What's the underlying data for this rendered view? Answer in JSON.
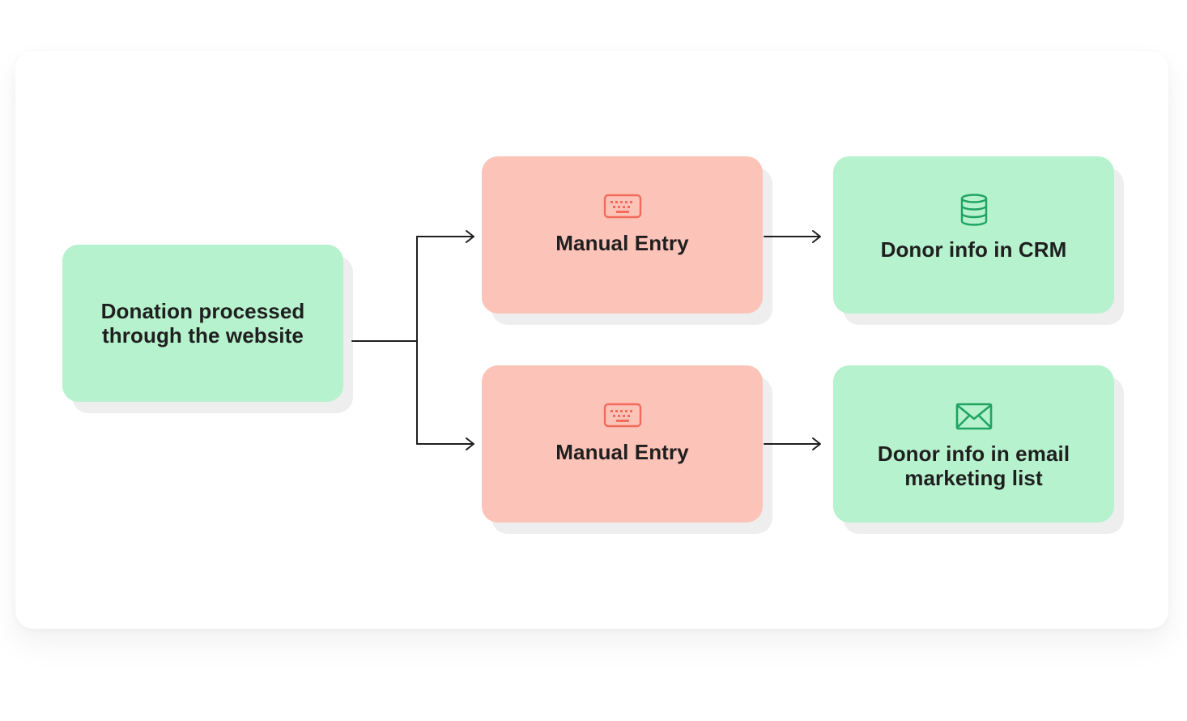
{
  "diagram": {
    "source": {
      "label_line1": "Donation processed",
      "label_line2": "through the website"
    },
    "steps": [
      {
        "label": "Manual Entry",
        "icon": "keyboard-icon"
      },
      {
        "label": "Manual Entry",
        "icon": "keyboard-icon"
      }
    ],
    "outcomes": [
      {
        "label_line1": "Donor info in CRM",
        "label_line2": "",
        "icon": "database-icon"
      },
      {
        "label_line1": "Donor info in email",
        "label_line2": "marketing list",
        "icon": "envelope-icon"
      }
    ]
  },
  "colors": {
    "green_node": "#b6f2cd",
    "pink_node": "#fcc3b8",
    "keyboard_icon": "#f26b5b",
    "green_icon": "#1fa463",
    "connector": "#1f1f1f"
  }
}
